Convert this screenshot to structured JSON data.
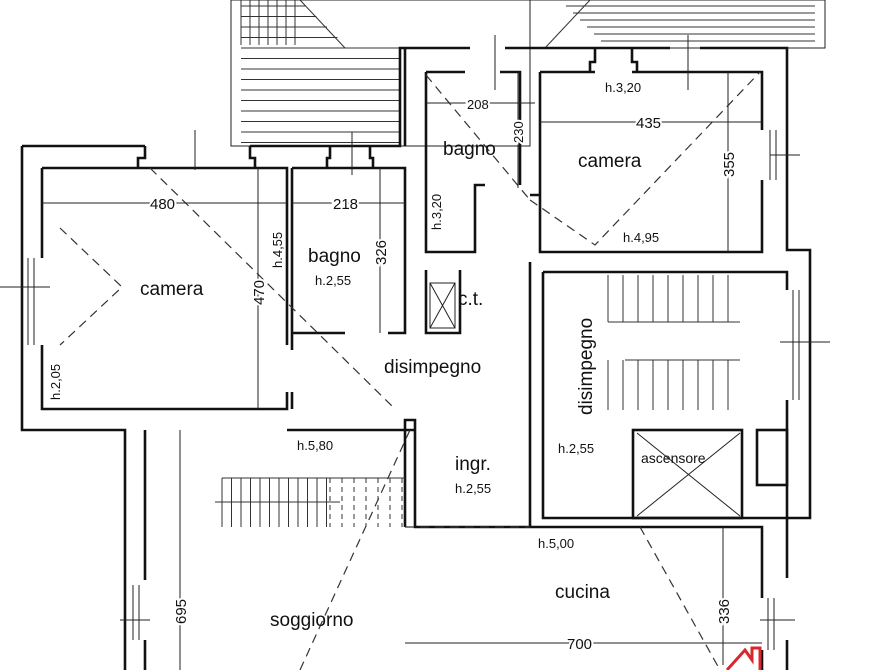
{
  "plan": {
    "rooms": {
      "camera_left": {
        "label": "camera",
        "height": "h.2,05",
        "width_dim": "480",
        "depth_dim": "470",
        "height2": "h.4,55"
      },
      "bagno_left": {
        "label": "bagno",
        "height": "h.2,55",
        "width_dim": "218",
        "depth_dim": "326"
      },
      "bagno_top": {
        "label": "bagno",
        "height": "h.3,20",
        "width_dim": "208",
        "depth_dim": "230"
      },
      "camera_right": {
        "label": "camera",
        "height_top": "h.3,20",
        "height_bottom": "h.4,95",
        "width_dim": "435",
        "depth_dim": "355"
      },
      "ct": {
        "label": "c.t."
      },
      "disimpegno": {
        "label": "disimpegno"
      },
      "disimpegno_stair": {
        "label": "disimpegno",
        "height": "h.2,55"
      },
      "ascensore": {
        "label": "ascensore"
      },
      "ingresso": {
        "label": "ingr.",
        "height": "h.2,55"
      },
      "soggiorno": {
        "label": "soggiorno",
        "height": "h.5,80",
        "depth_dim": "695"
      },
      "cucina": {
        "label": "cucina",
        "height": "h.5,00",
        "depth_dim": "336",
        "width_dim": "700"
      }
    },
    "colors": {
      "walls": "#111111",
      "background": "#ffffff",
      "watermark": "#d8282e"
    }
  }
}
